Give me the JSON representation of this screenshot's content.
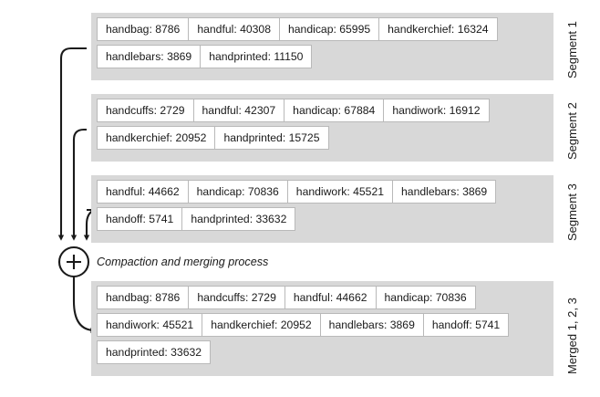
{
  "diagram": {
    "caption": "Compaction and merging process",
    "node_symbol": "+",
    "node_name": "compaction-merge-node",
    "colors": {
      "container_gray": "#d8d8d8",
      "box_white": "#ffffff",
      "box_border": "#b9b9b9",
      "stroke": "#1a1a1a",
      "page_background": "#ffffff"
    },
    "segments": [
      {
        "label": "Segment 1",
        "rows": [
          [
            "handbag: 8786",
            "handful: 40308",
            "handicap: 65995",
            "handkerchief: 16324"
          ],
          [
            "handlebars: 3869",
            "handprinted: 11150"
          ]
        ],
        "entries": [
          {
            "key": "handbag",
            "value": 8786
          },
          {
            "key": "handful",
            "value": 40308
          },
          {
            "key": "handicap",
            "value": 65995
          },
          {
            "key": "handkerchief",
            "value": 16324
          },
          {
            "key": "handlebars",
            "value": 3869
          },
          {
            "key": "handprinted",
            "value": 11150
          }
        ]
      },
      {
        "label": "Segment 2",
        "rows": [
          [
            "handcuffs: 2729",
            "handful: 42307",
            "handicap: 67884",
            "handiwork: 16912"
          ],
          [
            "handkerchief: 20952",
            "handprinted: 15725"
          ]
        ],
        "entries": [
          {
            "key": "handcuffs",
            "value": 2729
          },
          {
            "key": "handful",
            "value": 42307
          },
          {
            "key": "handicap",
            "value": 67884
          },
          {
            "key": "handiwork",
            "value": 16912
          },
          {
            "key": "handkerchief",
            "value": 20952
          },
          {
            "key": "handprinted",
            "value": 15725
          }
        ]
      },
      {
        "label": "Segment 3",
        "rows": [
          [
            "handful: 44662",
            "handicap: 70836",
            "handiwork: 45521",
            "handlebars: 3869"
          ],
          [
            "handoff: 5741",
            "handprinted: 33632"
          ]
        ],
        "entries": [
          {
            "key": "handful",
            "value": 44662
          },
          {
            "key": "handicap",
            "value": 70836
          },
          {
            "key": "handiwork",
            "value": 45521
          },
          {
            "key": "handlebars",
            "value": 3869
          },
          {
            "key": "handoff",
            "value": 5741
          },
          {
            "key": "handprinted",
            "value": 33632
          }
        ]
      }
    ],
    "merged": {
      "label": "Merged 1, 2, 3",
      "rows": [
        [
          "handbag: 8786",
          "handcuffs: 2729",
          "handful: 44662",
          "handicap: 70836"
        ],
        [
          "handiwork: 45521",
          "handkerchief: 20952",
          "handlebars: 3869",
          "handoff: 5741"
        ],
        [
          "handprinted: 33632"
        ]
      ],
      "entries": [
        {
          "key": "handbag",
          "value": 8786
        },
        {
          "key": "handcuffs",
          "value": 2729
        },
        {
          "key": "handful",
          "value": 44662
        },
        {
          "key": "handicap",
          "value": 70836
        },
        {
          "key": "handiwork",
          "value": 45521
        },
        {
          "key": "handkerchief",
          "value": 20952
        },
        {
          "key": "handlebars",
          "value": 3869
        },
        {
          "key": "handoff",
          "value": 5741
        },
        {
          "key": "handprinted",
          "value": 33632
        }
      ]
    }
  }
}
